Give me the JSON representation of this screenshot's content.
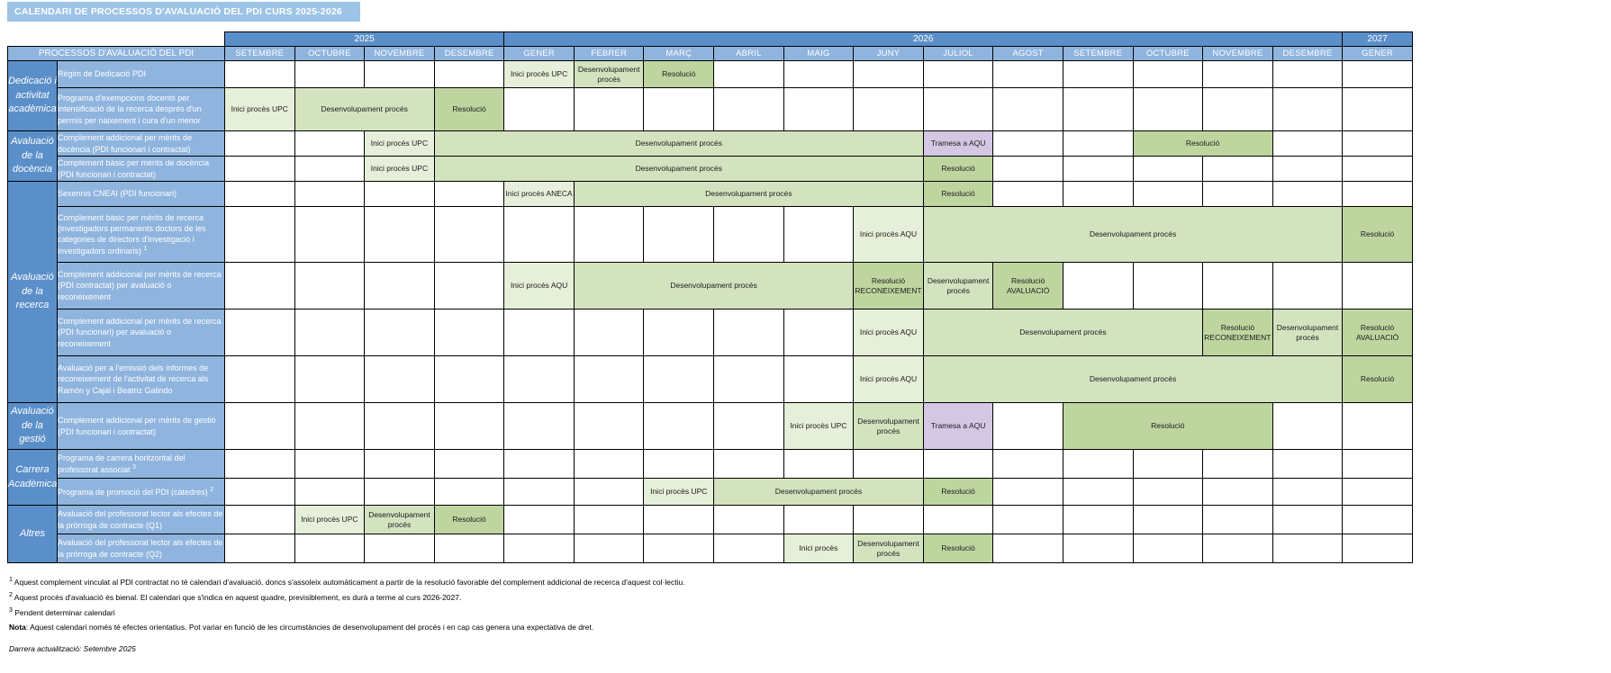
{
  "title": "CALENDARI DE PROCESSOS D'AVALUACIÓ DEL PDI CURS 2025-2026",
  "header": {
    "process_col_label": "PROCESSOS D'AVALUACIÓ DEL PDI",
    "years": [
      {
        "label": "2025",
        "span": 4
      },
      {
        "label": "2026",
        "span": 12
      },
      {
        "label": "2027",
        "span": 1
      }
    ],
    "months": [
      "SETEMBRE",
      "OCTUBRE",
      "NOVEMBRE",
      "DESEMBRE",
      "GENER",
      "FEBRER",
      "MARÇ",
      "ABRIL",
      "MAIG",
      "JUNY",
      "JULIOL",
      "AGOST",
      "SETEMBRE",
      "OCTUBRE",
      "NOVEMBRE",
      "DESEMBRE",
      "GENER"
    ]
  },
  "colors": {
    "title_banner": "#9DC3E6",
    "year_header": "#5B8FC9",
    "month_header": "#8FB4DE",
    "group_label": "#5B8FC9",
    "process_label": "#8FB4DE",
    "bar_init": "#E5EFD9",
    "bar_development": "#D4E3BF",
    "bar_resolution": "#BFD5A0",
    "bar_aqu_transfer": "#D4C7E3"
  },
  "groups": [
    {
      "label": "Dedicació i activitat acadèmica",
      "rows": [
        {
          "name": "Règim de Dedicació PDI",
          "height": 30,
          "bars": [
            {
              "start": 5,
              "span": 1,
              "label": "Inici procès UPC",
              "kind": "init"
            },
            {
              "start": 6,
              "span": 1,
              "label": "Desenvolupament procés",
              "kind": "dev"
            },
            {
              "start": 7,
              "span": 1,
              "label": "Resolució",
              "kind": "res"
            }
          ]
        },
        {
          "name": "Programa d'exempcions docents per intensificació de la recerca després d'un permís per naixement i cura d'un menor",
          "height": 48,
          "bars": [
            {
              "start": 1,
              "span": 1,
              "label": "Inici procès UPC",
              "kind": "init"
            },
            {
              "start": 2,
              "span": 2,
              "label": "Desenvolupament procés",
              "kind": "dev"
            },
            {
              "start": 4,
              "span": 1,
              "label": "Resolució",
              "kind": "res"
            }
          ]
        }
      ]
    },
    {
      "label": "Avaluació de la docència",
      "rows": [
        {
          "name": "Complement addicional per mèrits de docència (PDI funcionari i contractat)",
          "height": 28,
          "bars": [
            {
              "start": 3,
              "span": 1,
              "label": "Inici procès UPC",
              "kind": "init"
            },
            {
              "start": 4,
              "span": 7,
              "label": "Desenvolupament procés",
              "kind": "dev"
            },
            {
              "start": 11,
              "span": 1,
              "label": "Tramesa a AQU",
              "kind": "aqu"
            },
            {
              "start": 14,
              "span": 2,
              "label": "Resolució",
              "kind": "res"
            }
          ]
        },
        {
          "name": "Complement bàsic per mèrits de docència (PDI funcionari i contractat)",
          "height": 28,
          "bars": [
            {
              "start": 3,
              "span": 1,
              "label": "Inici procès UPC",
              "kind": "init"
            },
            {
              "start": 4,
              "span": 7,
              "label": "Desenvolupament procés",
              "kind": "dev"
            },
            {
              "start": 11,
              "span": 1,
              "label": "Resolució",
              "kind": "res"
            }
          ]
        }
      ]
    },
    {
      "label": "Avaluació de la recerca",
      "rows": [
        {
          "name": "Sexennis CNEAI (PDI funcionari)",
          "height": 28,
          "bars": [
            {
              "start": 5,
              "span": 1,
              "label": "Inici procès ANECA",
              "kind": "init"
            },
            {
              "start": 6,
              "span": 5,
              "label": "Desenvolupament procés",
              "kind": "dev"
            },
            {
              "start": 11,
              "span": 1,
              "label": "Resolució",
              "kind": "res"
            }
          ]
        },
        {
          "name": "Complement bàsic per mèrits de recerca (investigadors permanents doctors de les categories de directors d'investigació i investigadors ordinaris) <sup>1</sup>",
          "height": 62,
          "bars": [
            {
              "start": 10,
              "span": 1,
              "label": "Inici procès AQU",
              "kind": "init"
            },
            {
              "start": 11,
              "span": 6,
              "label": "Desenvolupament procés",
              "kind": "dev"
            },
            {
              "start": 17,
              "span": 1,
              "label": "Resolució",
              "kind": "res"
            }
          ]
        },
        {
          "name": "Complement addicional per mèrits de recerca (PDI contractat) per avaluació o reconeixement",
          "height": 52,
          "bars": [
            {
              "start": 5,
              "span": 1,
              "label": "Inici procès AQU",
              "kind": "init"
            },
            {
              "start": 6,
              "span": 4,
              "label": "Desenvolupament procés",
              "kind": "dev"
            },
            {
              "start": 10,
              "span": 1,
              "label": "Resolució RECONEIXEMENT",
              "kind": "res"
            },
            {
              "start": 11,
              "span": 1,
              "label": "Desenvolupament procés",
              "kind": "dev"
            },
            {
              "start": 12,
              "span": 1,
              "label": "Resolució AVALUACIÓ",
              "kind": "res"
            }
          ]
        },
        {
          "name": "Complement addicional per mèrits de recerca (PDI funcionari) per avaluació o reconeixement",
          "height": 52,
          "bars": [
            {
              "start": 10,
              "span": 1,
              "label": "Inici procès AQU",
              "kind": "init"
            },
            {
              "start": 11,
              "span": 4,
              "label": "Desenvolupament procés",
              "kind": "dev"
            },
            {
              "start": 15,
              "span": 1,
              "label": "Resolució RECONEIXEMENT",
              "kind": "res"
            },
            {
              "start": 16,
              "span": 1,
              "label": "Desenvolupament procés",
              "kind": "dev"
            },
            {
              "start": 17,
              "span": 1,
              "label": "Resolució AVALUACIÓ",
              "kind": "res"
            }
          ]
        },
        {
          "name": "Avaluació per a l'emissió dels informes de reconeixement de l'activitat de recerca als Ramón y Cajal i Beatriz Galindo",
          "height": 52,
          "bars": [
            {
              "start": 10,
              "span": 1,
              "label": "Inici procès AQU",
              "kind": "init"
            },
            {
              "start": 11,
              "span": 6,
              "label": "Desenvolupament procés",
              "kind": "dev"
            },
            {
              "start": 17,
              "span": 1,
              "label": "Resolució",
              "kind": "res"
            }
          ]
        }
      ]
    },
    {
      "label": "Avaluació de la gestió",
      "rows": [
        {
          "name": "Complement addicional per mèrits de gestió (PDI funcionari i contractat)",
          "height": 52,
          "bars": [
            {
              "start": 9,
              "span": 1,
              "label": "Inici procès UPC",
              "kind": "init"
            },
            {
              "start": 10,
              "span": 1,
              "label": "Desenvolupament procés",
              "kind": "dev"
            },
            {
              "start": 11,
              "span": 1,
              "label": "Tramesa a AQU",
              "kind": "aqu"
            },
            {
              "start": 13,
              "span": 3,
              "label": "Resolució",
              "kind": "res"
            }
          ]
        }
      ]
    },
    {
      "label": "Carrera Acadèmica",
      "rows": [
        {
          "name": "Programa de carrera horitzontal del professorat associat <sup>3</sup>",
          "height": 32,
          "bars": []
        },
        {
          "name": "Programa de promoció del PDI (càtedres) <sup>2</sup>",
          "height": 30,
          "bars": [
            {
              "start": 7,
              "span": 1,
              "label": "Inici procès UPC",
              "kind": "init"
            },
            {
              "start": 8,
              "span": 3,
              "label": "Desenvolupament procés",
              "kind": "dev"
            },
            {
              "start": 11,
              "span": 1,
              "label": "Resolució",
              "kind": "res"
            }
          ]
        }
      ]
    },
    {
      "label": "Altres",
      "rows": [
        {
          "name": "Avaluació del professorat lector als efectes de la pròrroga de contracte (Q1)",
          "height": 32,
          "bars": [
            {
              "start": 2,
              "span": 1,
              "label": "Inici procès UPC",
              "kind": "init"
            },
            {
              "start": 3,
              "span": 1,
              "label": "Desenvolupament procés",
              "kind": "dev"
            },
            {
              "start": 4,
              "span": 1,
              "label": "Resolució",
              "kind": "res"
            }
          ]
        },
        {
          "name": "Avaluació del professorat lector als efectes de la pròrroga de contracte (Q2)",
          "height": 32,
          "bars": [
            {
              "start": 9,
              "span": 1,
              "label": "Inici procès",
              "kind": "init"
            },
            {
              "start": 10,
              "span": 1,
              "label": "Desenvolupament procés",
              "kind": "dev"
            },
            {
              "start": 11,
              "span": 1,
              "label": "Resolució",
              "kind": "res"
            }
          ]
        }
      ]
    }
  ],
  "footnotes": [
    "<sup>1</sup> Aquest complement vinculat al PDI contractat no té calendari d'avaluació, doncs s'assoleix automàticament a partir de la resolució favorable del complement addicional de recerca d'aquest col·lectiu.",
    "<sup>2</sup> Aquest procés d'avaluació és bienal. El calendari que s'indica en aquest quadre, previsiblement, es durà a terme al curs 2026-2027.",
    "<sup>3</sup> Pendent determinar calendari"
  ],
  "note": "<b>Nota</b>: Aquest calendari només té efectes orientatius. Pot variar en funció de les circumstàncies de desenvolupament del procés i en cap cas genera una expectativa de dret.",
  "last_updated": "Darrera actualització: Setembre 2025"
}
